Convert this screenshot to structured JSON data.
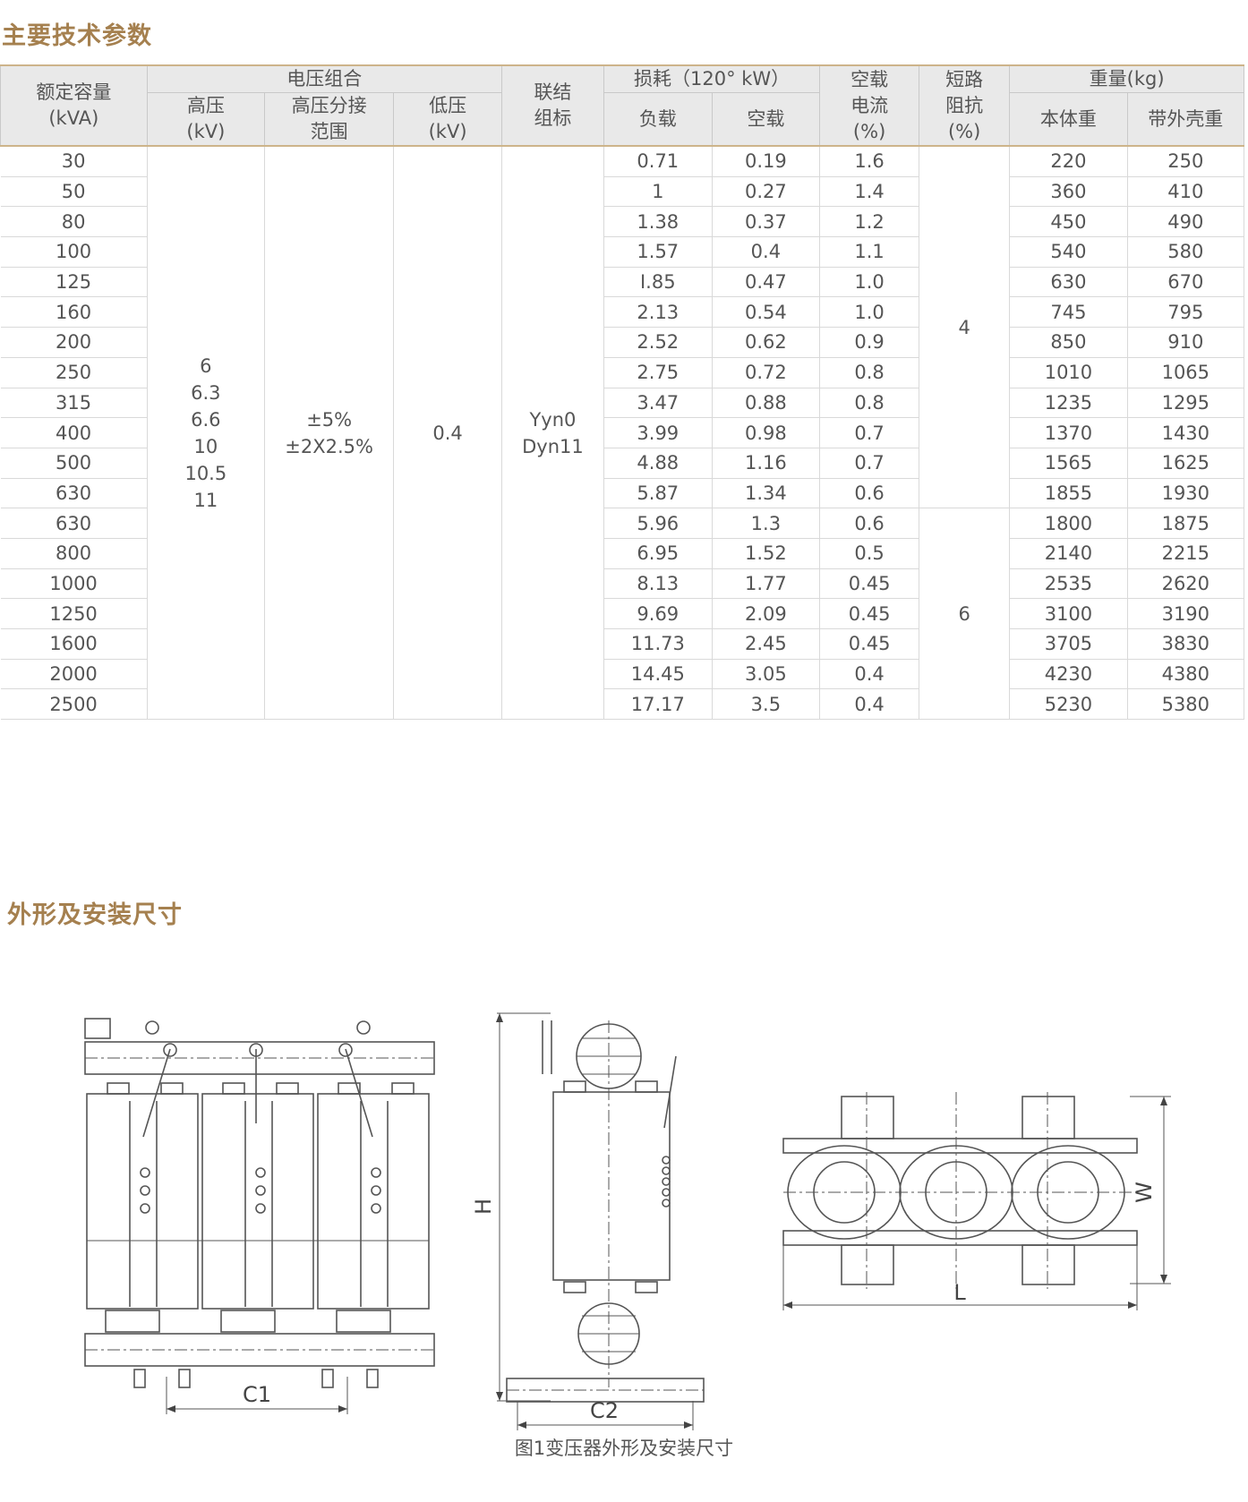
{
  "sections": {
    "params_title": "主要技术参数",
    "outline_title": "外形及安装尺寸"
  },
  "table": {
    "headers": {
      "capacity": [
        "额定容量",
        "(kVA)"
      ],
      "voltage_group": "电压组合",
      "hv": [
        "高压",
        "(kV)"
      ],
      "tap": [
        "高压分接",
        "范围"
      ],
      "lv": [
        "低压",
        "(kV)"
      ],
      "connection": [
        "联结",
        "组标"
      ],
      "loss_group": "损耗（120° kW）",
      "load_loss": "负载",
      "noload_loss": "空载",
      "noload_current": [
        "空载",
        "电流",
        "(%)"
      ],
      "impedance": [
        "短路",
        "阻抗",
        "(%)"
      ],
      "weight_group": "重量(kg)",
      "body_weight": "本体重",
      "shell_weight": "带外壳重"
    },
    "merged": {
      "hv_values": [
        "6",
        "6.3",
        "6.6",
        "10",
        "10.5",
        "11"
      ],
      "tap_values": [
        "±5%",
        "±2X2.5%"
      ],
      "lv_value": "0.4",
      "connection_values": [
        "Yyn0",
        "Dyn11"
      ],
      "impedance_a": "4",
      "impedance_b": "6"
    },
    "rows": [
      [
        "30",
        "0.71",
        "0.19",
        "1.6",
        "220",
        "250"
      ],
      [
        "50",
        "1",
        "0.27",
        "1.4",
        "360",
        "410"
      ],
      [
        "80",
        "1.38",
        "0.37",
        "1.2",
        "450",
        "490"
      ],
      [
        "100",
        "1.57",
        "0.4",
        "1.1",
        "540",
        "580"
      ],
      [
        "125",
        "I.85",
        "0.47",
        "1.0",
        "630",
        "670"
      ],
      [
        "160",
        "2.13",
        "0.54",
        "1.0",
        "745",
        "795"
      ],
      [
        "200",
        "2.52",
        "0.62",
        "0.9",
        "850",
        "910"
      ],
      [
        "250",
        "2.75",
        "0.72",
        "0.8",
        "1010",
        "1065"
      ],
      [
        "315",
        "3.47",
        "0.88",
        "0.8",
        "1235",
        "1295"
      ],
      [
        "400",
        "3.99",
        "0.98",
        "0.7",
        "1370",
        "1430"
      ],
      [
        "500",
        "4.88",
        "1.16",
        "0.7",
        "1565",
        "1625"
      ],
      [
        "630",
        "5.87",
        "1.34",
        "0.6",
        "1855",
        "1930"
      ],
      [
        "630",
        "5.96",
        "1.3",
        "0.6",
        "1800",
        "1875"
      ],
      [
        "800",
        "6.95",
        "1.52",
        "0.5",
        "2140",
        "2215"
      ],
      [
        "1000",
        "8.13",
        "1.77",
        "0.45",
        "2535",
        "2620"
      ],
      [
        "1250",
        "9.69",
        "2.09",
        "0.45",
        "3100",
        "3190"
      ],
      [
        "1600",
        "11.73",
        "2.45",
        "0.45",
        "3705",
        "3830"
      ],
      [
        "2000",
        "14.45",
        "3.05",
        "0.4",
        "4230",
        "4380"
      ],
      [
        "2500",
        "17.17",
        "3.5",
        "0.4",
        "5230",
        "5380"
      ]
    ]
  },
  "drawing": {
    "labels": {
      "c1": "C1",
      "c2": "C2",
      "h": "H",
      "w": "W",
      "l": "L"
    },
    "caption": "图1变压器外形及安装尺寸"
  }
}
